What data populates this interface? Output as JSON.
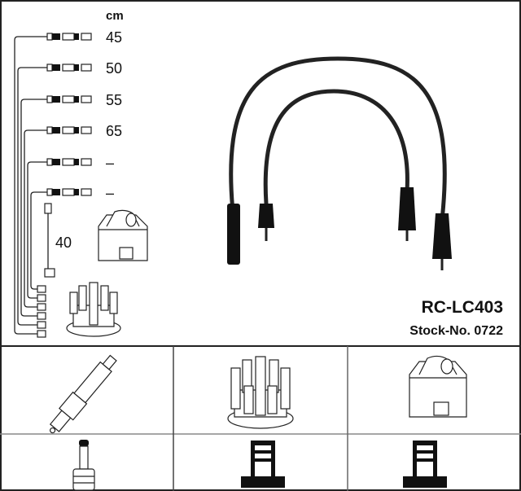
{
  "unit_label": "cm",
  "cable_lengths": [
    "45",
    "50",
    "55",
    "65",
    "–",
    "–"
  ],
  "coil_lead_length": "40",
  "product": {
    "model": "RC-LC403",
    "stock_number": "Stock-No. 0722"
  },
  "components": [
    "spark-plug",
    "distributor-cap",
    "ignition-coil"
  ],
  "terminals": [
    "spark-plug-terminal",
    "distributor-terminal",
    "coil-terminal"
  ]
}
